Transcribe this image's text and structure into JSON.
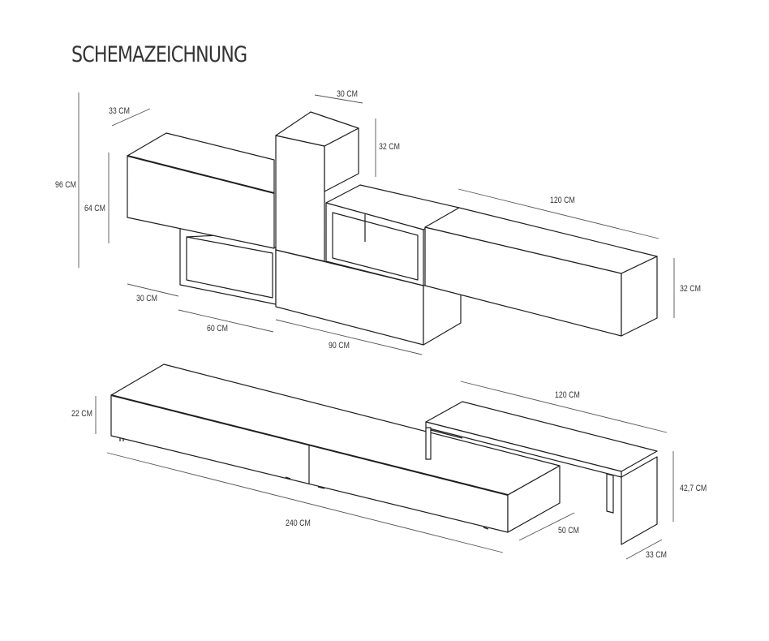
{
  "title": "SCHEMAZEICHNUNG",
  "dimensions": {
    "upper": {
      "height_total": "96 CM",
      "height_left_cabinet": "64 CM",
      "depth_left": "33 CM",
      "width_top_box": "30 CM",
      "height_top_box": "32 CM",
      "width_right_cabinet": "120 CM",
      "height_right_cabinet": "32 CM",
      "depth_bottom": "30 CM",
      "width_left_cabinet": "60 CM",
      "width_middle": "90 CM"
    },
    "lower": {
      "height_lowboard": "22 CM",
      "width_lowboard": "240 CM",
      "depth_lowboard": "50 CM",
      "width_table": "120 CM",
      "height_table": "42,7 CM",
      "depth_table": "33 CM"
    }
  }
}
